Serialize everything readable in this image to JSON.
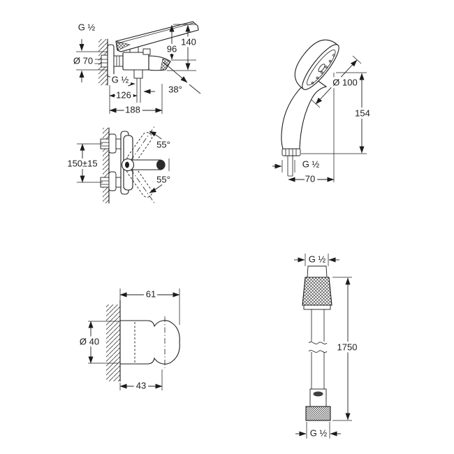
{
  "colors": {
    "line": "#1c1c1c",
    "background": "#ffffff"
  },
  "drawing": {
    "mixer_front": {
      "thread_top": "G ½",
      "flange_diameter": "Ø 70",
      "spout_to_top": "96",
      "height": "140",
      "thread_bottom": "G ½",
      "wall_to_outlet": "126",
      "wall_to_spout": "188",
      "spout_angle": "38°"
    },
    "mixer_side": {
      "mounting_distance": "150±15",
      "lever_angle_up": "55°",
      "lever_angle_down": "55°"
    },
    "holder": {
      "total_depth": "61",
      "diameter": "Ø 40",
      "body_depth": "43"
    },
    "hand_shower": {
      "head_diameter": "Ø 100",
      "length": "154",
      "thread": "G ½",
      "head_offset": "70"
    },
    "hose": {
      "thread_top": "G ½",
      "length": "1750",
      "thread_bottom": "G ½"
    }
  }
}
